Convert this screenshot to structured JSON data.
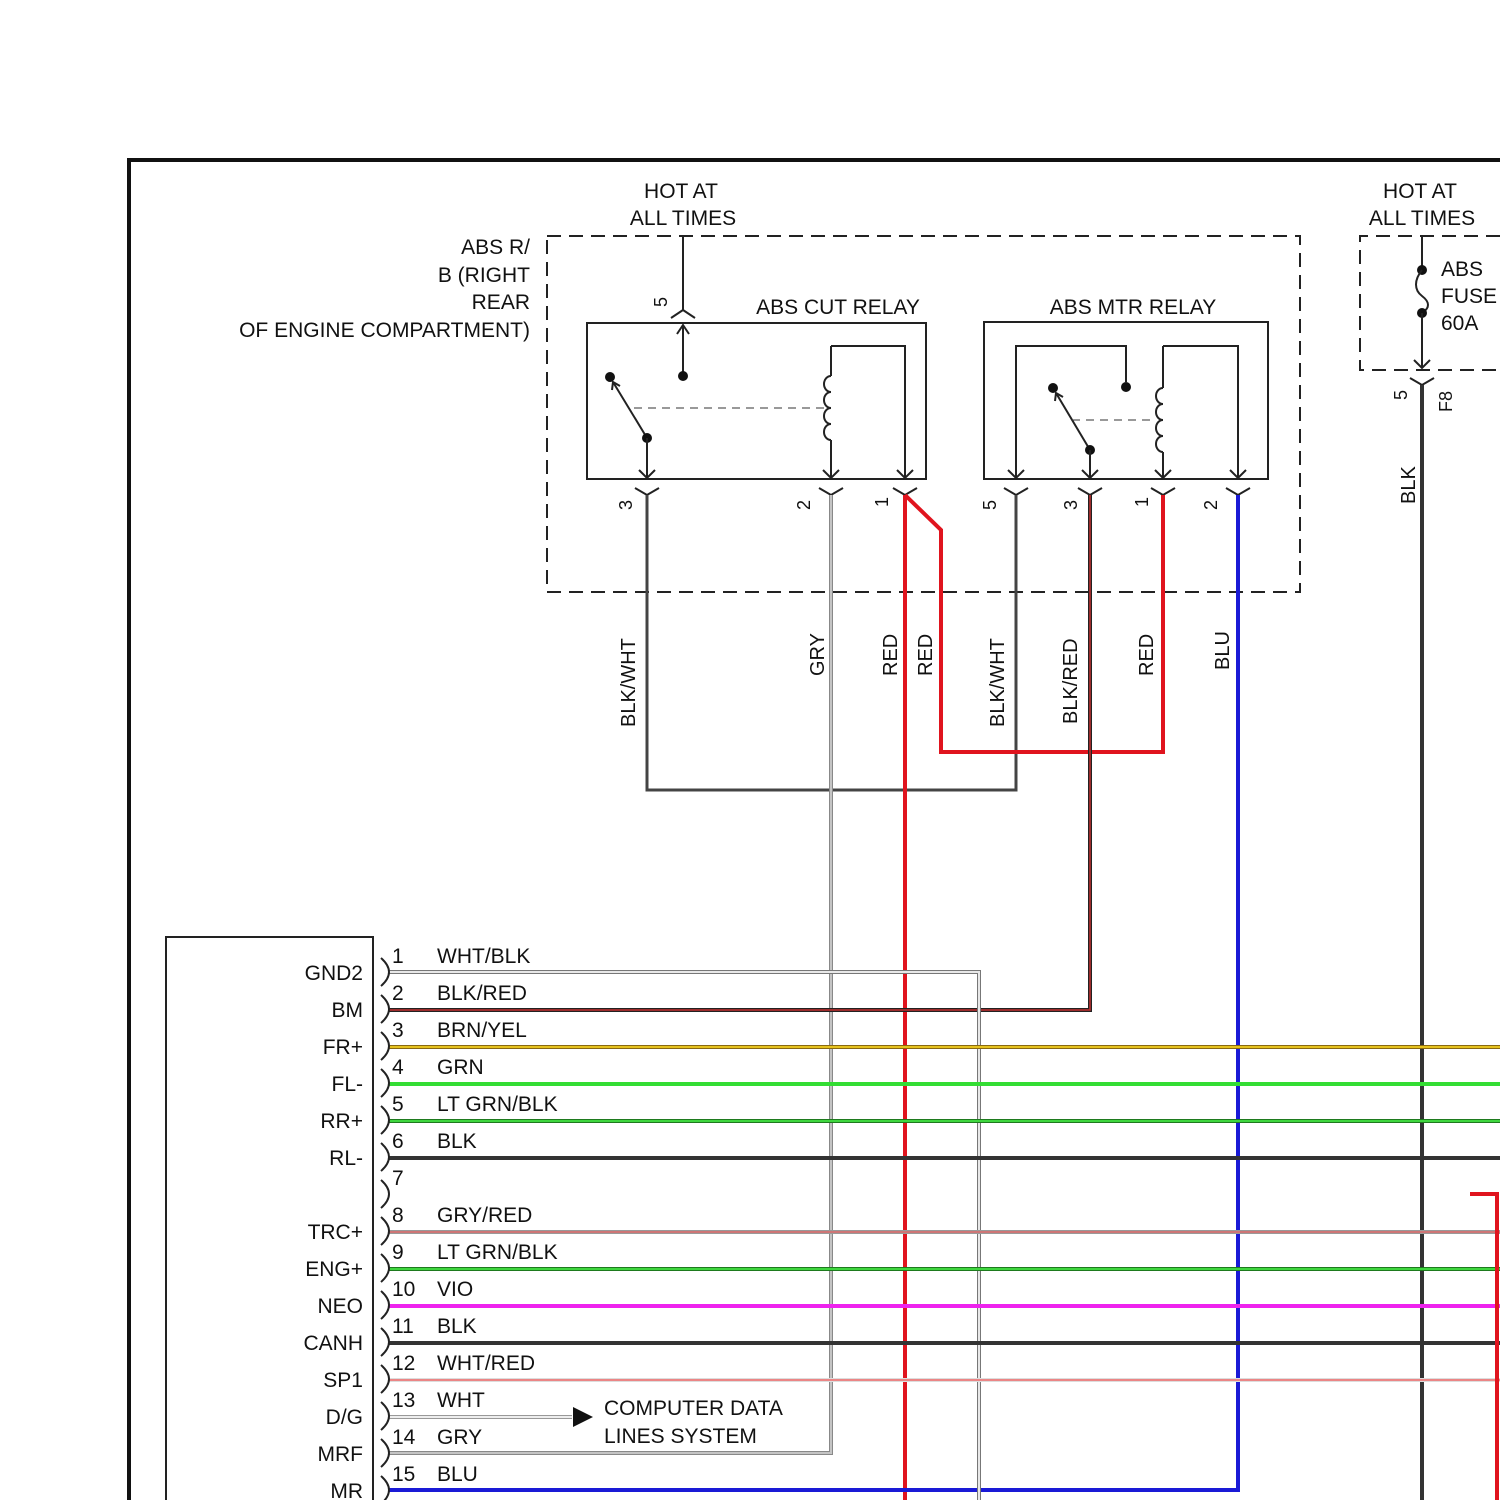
{
  "diagram": {
    "power_left": {
      "line1": "HOT AT",
      "line2": "ALL TIMES"
    },
    "power_right": {
      "line1": "HOT AT",
      "line2": "ALL TIMES"
    },
    "rb_label": {
      "line1": "ABS R/",
      "line2": "B (RIGHT",
      "line3": "REAR",
      "line4": "OF ENGINE COMPARTMENT)"
    },
    "cut_relay": {
      "title": "ABS CUT RELAY",
      "pin_in": "5",
      "pins": [
        "3",
        "2",
        "1"
      ]
    },
    "mtr_relay": {
      "title": "ABS MTR RELAY",
      "pins": [
        "5",
        "3",
        "1",
        "2"
      ]
    },
    "fuse": {
      "line1": "ABS",
      "line2": "FUSE",
      "line3": "60A",
      "pin": "5",
      "connector": "F8"
    },
    "vertical_wires": [
      {
        "label": "BLK/WHT",
        "color": "#444444"
      },
      {
        "label": "GRY",
        "color": "#b3b3b3"
      },
      {
        "label": "RED",
        "color": "#e0141e"
      },
      {
        "label": "RED",
        "color": "#e0141e"
      },
      {
        "label": "BLK/WHT",
        "color": "#444444"
      },
      {
        "label": "BLK/RED",
        "color": "#7a1e1e"
      },
      {
        "label": "RED",
        "color": "#e0141e"
      },
      {
        "label": "BLU",
        "color": "#1a1ad6"
      },
      {
        "label": "BLK",
        "color": "#333333"
      }
    ],
    "ecu_pins": [
      {
        "num": "1",
        "name": "GND2",
        "wire": "WHT/BLK",
        "color": "#b8b8b8"
      },
      {
        "num": "2",
        "name": "BM",
        "wire": "BLK/RED",
        "color": "#9b2a2a"
      },
      {
        "num": "3",
        "name": "FR+",
        "wire": "BRN/YEL",
        "color": "#d4aa1e"
      },
      {
        "num": "4",
        "name": "FL-",
        "wire": "GRN",
        "color": "#33dd33"
      },
      {
        "num": "5",
        "name": "RR+",
        "wire": "LT GRN/BLK",
        "color": "#3fd63f"
      },
      {
        "num": "6",
        "name": "RL-",
        "wire": "BLK",
        "color": "#333333"
      },
      {
        "num": "7",
        "name": "",
        "wire": "",
        "color": ""
      },
      {
        "num": "8",
        "name": "TRC+",
        "wire": "GRY/RED",
        "color": "#e08a8a"
      },
      {
        "num": "9",
        "name": "ENG+",
        "wire": "LT GRN/BLK",
        "color": "#3fd63f"
      },
      {
        "num": "10",
        "name": "NEO",
        "wire": "VIO",
        "color": "#ee22ee"
      },
      {
        "num": "11",
        "name": "CANH",
        "wire": "BLK",
        "color": "#333333"
      },
      {
        "num": "12",
        "name": "SP1",
        "wire": "WHT/RED",
        "color": "#f08a8a"
      },
      {
        "num": "13",
        "name": "D/G",
        "wire": "WHT",
        "color": "#cccccc"
      },
      {
        "num": "14",
        "name": "MRF",
        "wire": "GRY",
        "color": "#b3b3b3"
      },
      {
        "num": "15",
        "name": "MR",
        "wire": "BLU",
        "color": "#1a1ad6"
      }
    ],
    "data_lines": {
      "line1": "COMPUTER DATA",
      "line2": "LINES SYSTEM"
    }
  }
}
